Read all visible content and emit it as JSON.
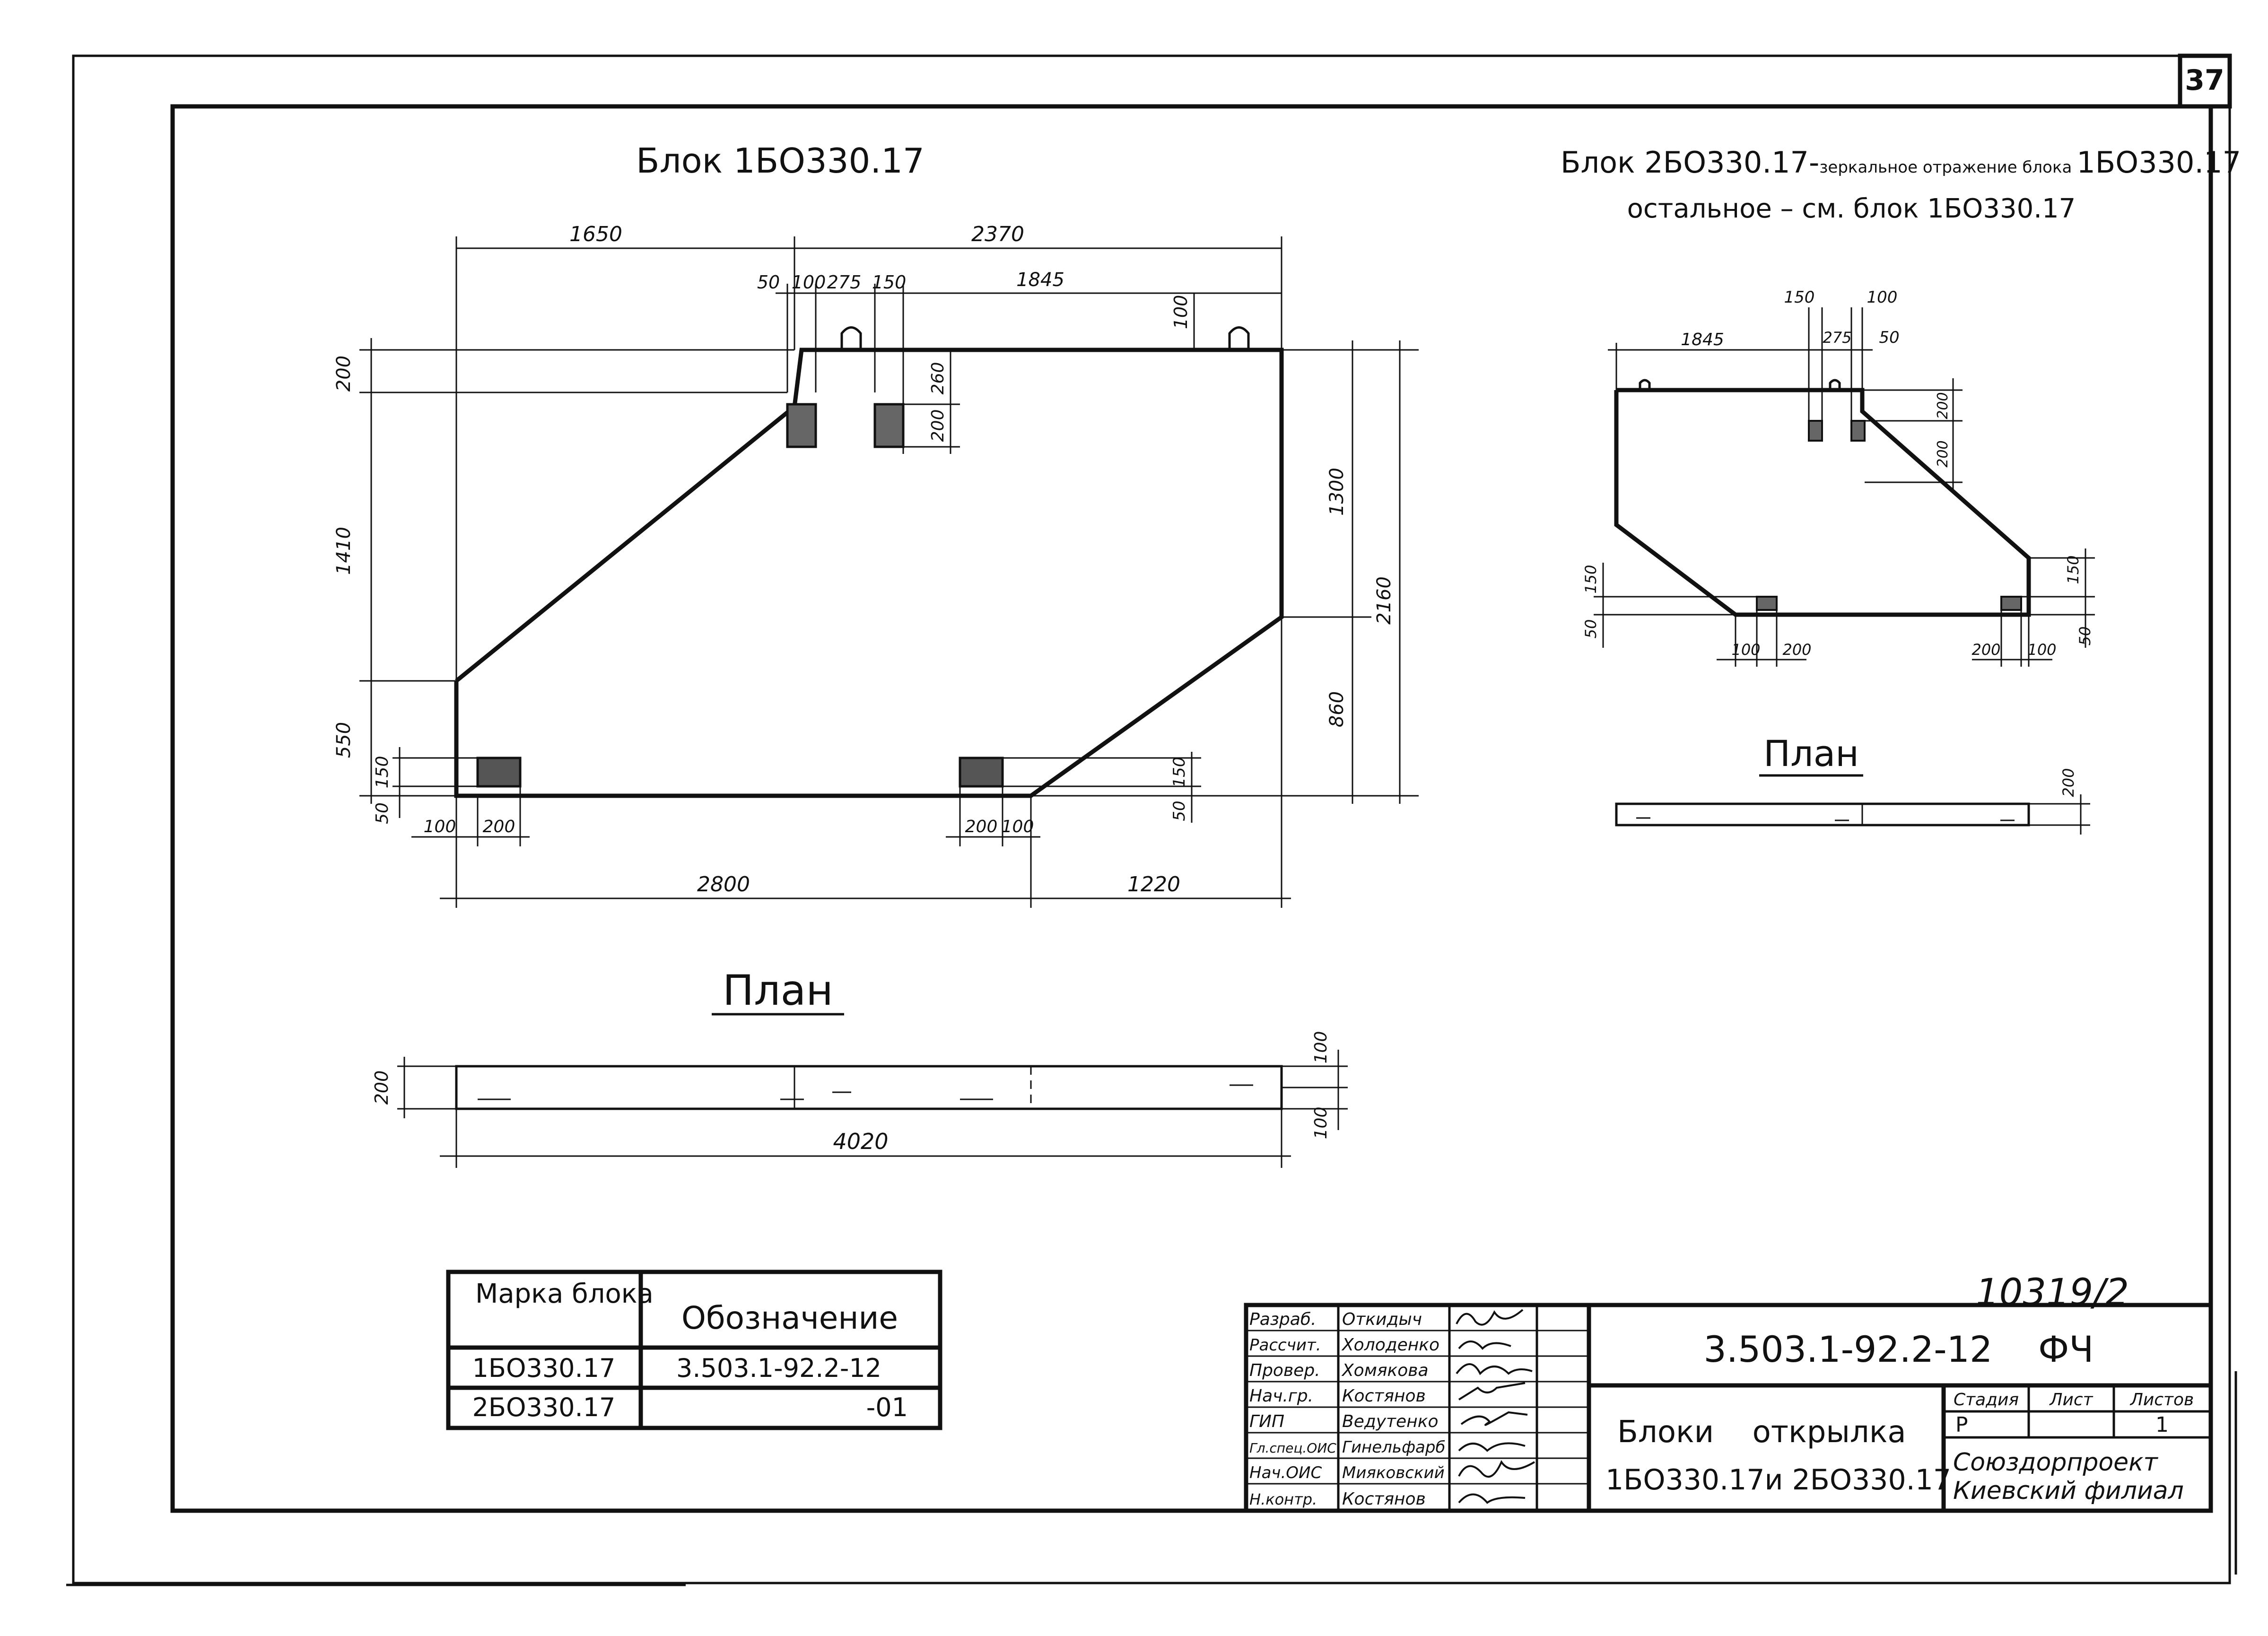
{
  "sheet": {
    "number": "37"
  },
  "main_block": {
    "title": "Блок 1БО330.17",
    "dims": {
      "top_left": "1650",
      "top_right": "2370",
      "d50": "50",
      "d100": "100",
      "d275": "275",
      "d150": "150",
      "d1845": "1845",
      "d100_loop": "100",
      "left_200": "200",
      "left_1410": "1410",
      "left_550": "550",
      "left_150": "150",
      "left_50": "50",
      "mid_260": "260",
      "mid_200": "200",
      "right_1300": "1300",
      "right_860": "860",
      "right_2160": "2160",
      "right_150": "150",
      "right_50": "50",
      "bottom_100": "100",
      "bottom_200a": "200",
      "bottom_200b": "200",
      "bottom_100b": "100",
      "bottom_2800": "2800",
      "bottom_1220": "1220"
    },
    "plan": {
      "title": "План",
      "d200": "200",
      "d100_top": "100",
      "d100_bottom": "100",
      "length": "4020"
    }
  },
  "mirror_block": {
    "title_line1": "Блок 2БО330.17-",
    "title_line1_note": "зеркальное отражение блока",
    "title_line1_ref": "1БО330.17",
    "title_line2": "остальное – см. блок 1БО330.17",
    "dims": {
      "d150": "150",
      "d100": "100",
      "d1845": "1845",
      "d275": "275",
      "d50": "50",
      "right_200a": "200",
      "right_200b": "200",
      "right_150": "150",
      "right_50": "50",
      "left_150": "150",
      "left_50": "50",
      "bl_100": "100",
      "bl_200": "200",
      "br_200": "200",
      "br_100": "100"
    },
    "plan": {
      "title": "План",
      "d200": "200"
    }
  },
  "marks_table": {
    "headers": [
      "Марка блока",
      "Обозначение"
    ],
    "rows": [
      [
        "1БО330.17",
        "3.503.1-92.2-12"
      ],
      [
        "2БО330.17",
        "-01"
      ]
    ]
  },
  "title_block": {
    "handwritten_number": "10319/2",
    "doc_code": "3.503.1-92.2-12    ФЧ",
    "roles": [
      {
        "role": "Разраб.",
        "name": "Откидыч"
      },
      {
        "role": "Рассчит.",
        "name": "Холоденко"
      },
      {
        "role": "Провер.",
        "name": "Хомякова"
      },
      {
        "role": "Нач.гр.",
        "name": "Костянов"
      },
      {
        "role": "ГИП",
        "name": "Ведутенко"
      },
      {
        "role": "Гл.спец.ОИС",
        "name": "Гинельфарб"
      },
      {
        "role": "Нач.ОИС",
        "name": "Мияковский"
      },
      {
        "role": "Н.контр.",
        "name": "Костянов"
      }
    ],
    "drawing_name_line1": "Блоки    открылка",
    "drawing_name_line2": "1БО330.17и 2БО330.17",
    "stage_header": "Стадия",
    "sheet_header": "Лист",
    "sheets_header": "Листов",
    "stage_value": "Р",
    "sheet_value": "",
    "sheets_value": "1",
    "org_line1": "Союздорпроект",
    "org_line2": "Киевский филиал"
  }
}
